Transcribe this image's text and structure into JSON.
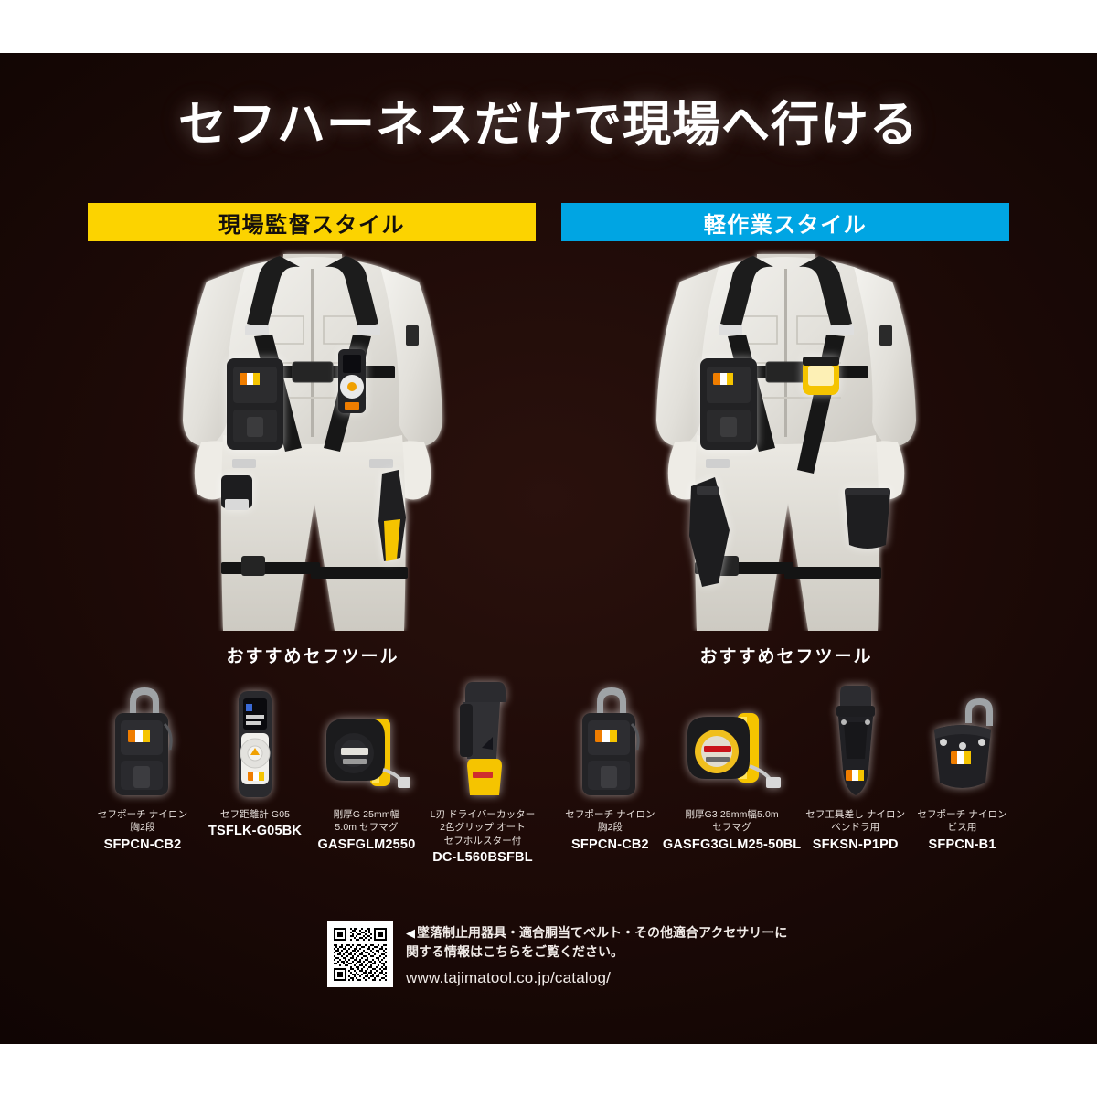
{
  "title": "セフハーネスだけで現場へ行ける",
  "banners": {
    "left": {
      "label": "現場監督スタイル",
      "bg": "#fcd300",
      "fg": "#14100c"
    },
    "right": {
      "label": "軽作業スタイル",
      "bg": "#00a5e3",
      "fg": "#ffffff"
    }
  },
  "recommend_heading": "おすすめセフツール",
  "left_products": [
    {
      "desc": "セフポーチ ナイロン\n胸2段",
      "code": "SFPCN-CB2",
      "kind": "pouch"
    },
    {
      "desc": "セフ距離計 G05",
      "code": "TSFLK-G05BK",
      "kind": "laser"
    },
    {
      "desc": "剛厚G 25mm幅\n5.0m セフマグ",
      "code": "GASFGLM2550",
      "kind": "tape-black"
    },
    {
      "desc": "L刃 ドライバーカッター\n2色グリップ オート\nセフホルスター付",
      "code": "DC-L560BSFBL",
      "kind": "cutter"
    }
  ],
  "right_products": [
    {
      "desc": "セフポーチ ナイロン\n胸2段",
      "code": "SFPCN-CB2",
      "kind": "pouch"
    },
    {
      "desc": "剛厚G3 25mm幅5.0m\nセフマグ",
      "code": "GASFG3GLM25-50BL",
      "kind": "tape-yellow"
    },
    {
      "desc": "セフ工具差し ナイロン\nペンドラ用",
      "code": "SFKSN-P1PD",
      "kind": "holster"
    },
    {
      "desc": "セフポーチ ナイロン\nビス用",
      "code": "SFPCN-B1",
      "kind": "bucket"
    }
  ],
  "footer": {
    "arrow": "◀",
    "line1": "墜落制止用器具・適合胴当てベルト・その他適合アクセサリーに",
    "line2": "関する情報はこちらをご覧ください。",
    "url": "www.tajimatool.co.jp/catalog/"
  },
  "colors": {
    "background": "#1d0a07",
    "accent_yellow": "#fcd300",
    "accent_blue": "#00a5e3",
    "text_white": "#ffffff",
    "brand_orange": "#ef7d00"
  }
}
